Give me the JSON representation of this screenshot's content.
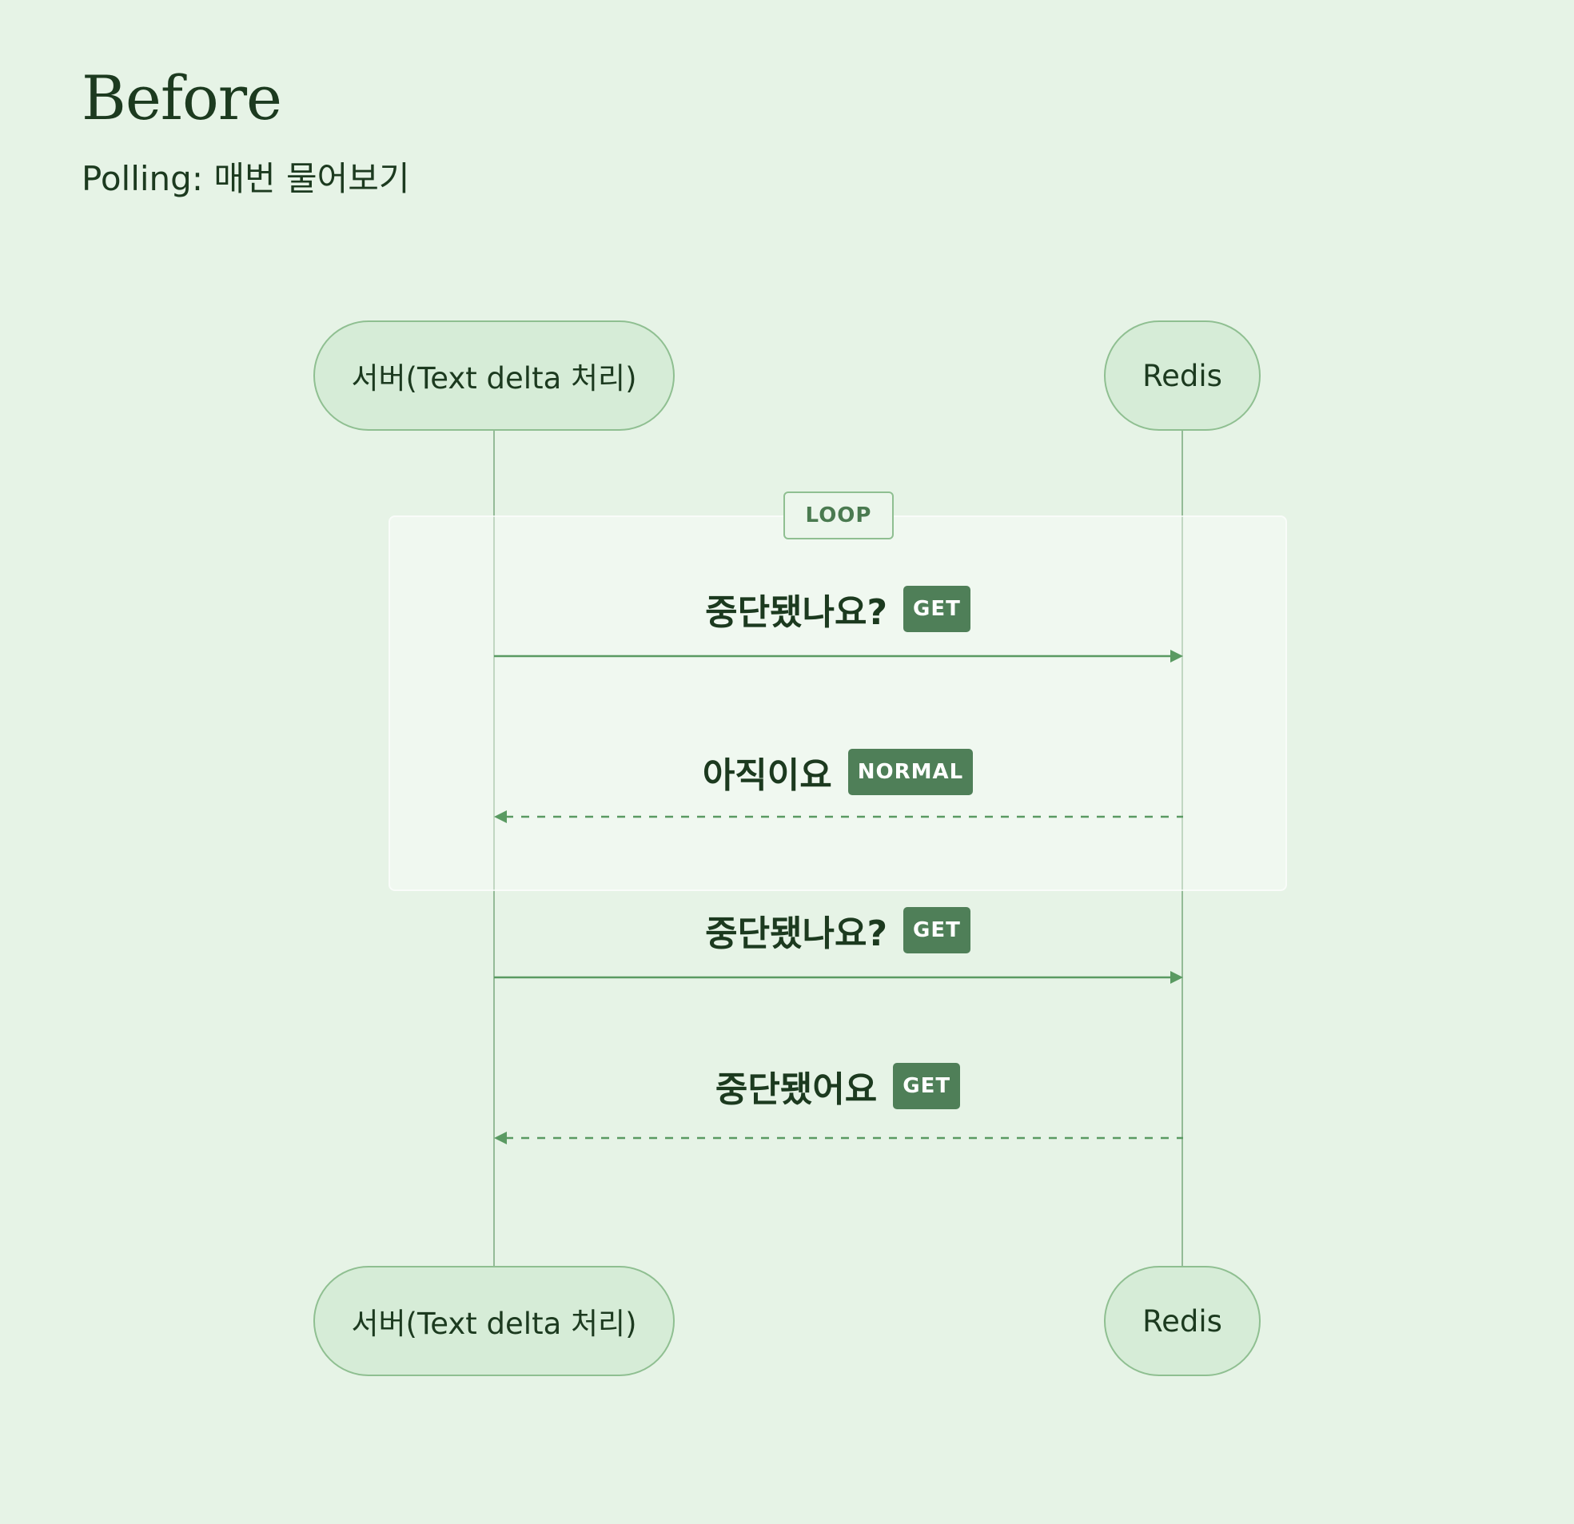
{
  "header": {
    "title": "Before",
    "subtitle": "Polling: 매번 물어보기"
  },
  "participants": [
    {
      "label": "서버(Text delta 처리)"
    },
    {
      "label": "Redis"
    }
  ],
  "loop": {
    "label": "LOOP"
  },
  "messages": [
    {
      "text": "중단됐나요?",
      "badge": "GET",
      "direction": "request",
      "style": "solid",
      "in_loop": true
    },
    {
      "text": "아직이요",
      "badge": "NORMAL",
      "direction": "response",
      "style": "dashed",
      "in_loop": true
    },
    {
      "text": "중단됐나요?",
      "badge": "GET",
      "direction": "request",
      "style": "solid",
      "in_loop": false
    },
    {
      "text": "중단됐어요",
      "badge": "GET",
      "direction": "response",
      "style": "dashed",
      "in_loop": false
    }
  ],
  "colors": {
    "background": "#e6f3e6",
    "actor_fill": "#d6ecd7",
    "actor_border": "#8fbf91",
    "arrow": "#5a9a62",
    "badge": "#4f7f58",
    "text": "#1c3a1f"
  }
}
